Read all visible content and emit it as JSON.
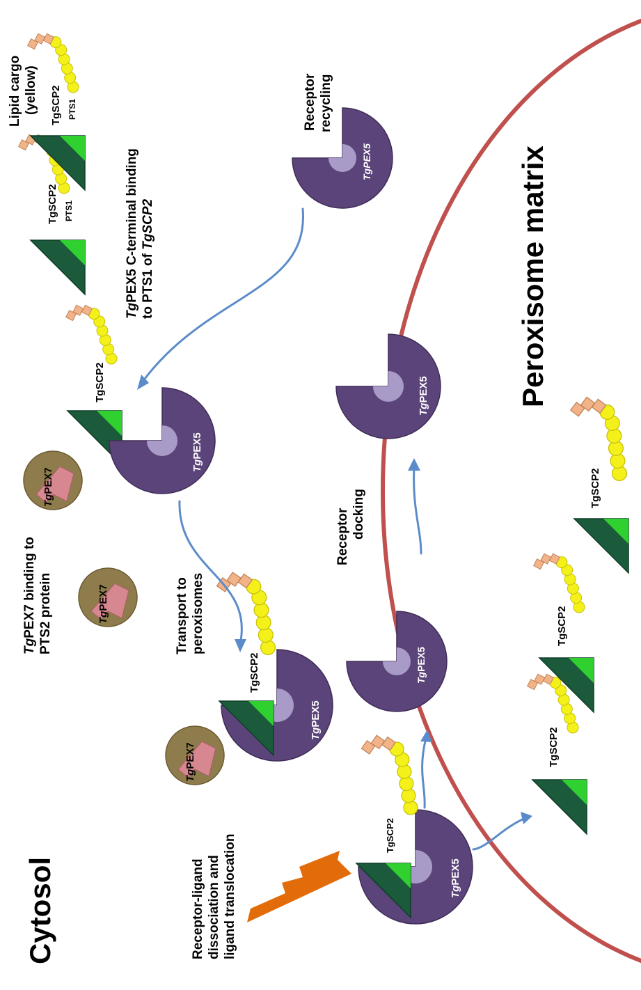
{
  "regions": {
    "cytosol": "Cytosol",
    "matrix": "Peroxisome matrix"
  },
  "steps": {
    "lipid_cargo_1": "Lipid cargo",
    "lipid_cargo_2": "(yellow)",
    "receptor_recycling_1": "Receptor",
    "receptor_recycling_2": "recycling",
    "pex5_binding_1_it": "Tg",
    "pex5_binding_1_rest": "PEX5 C-terminal binding",
    "pex5_binding_2": "to PTS1 of ",
    "pex5_binding_2_it": "TgSCP2",
    "pex7_binding_1_it": "Tg",
    "pex7_binding_1_rest": "PEX7 binding to",
    "pex7_binding_2": "PTS2 protein",
    "transport_1": "Transport  to",
    "transport_2": "peroxisomes",
    "docking_1": "Receptor",
    "docking_2": "docking",
    "dissociation_1": "Receptor-ligand",
    "dissociation_2": "dissociation and",
    "dissociation_3": "ligand translocation"
  },
  "proteins": {
    "scp2": "TgSCP2",
    "pts1": "PTS1",
    "pex5_it": "Tg",
    "pex5_rest": "PEX5",
    "pex7_it": "Tg",
    "pex7_rest": "PEX7"
  },
  "colors": {
    "pex5": "#5b4479",
    "pex5_pocket": "#a99bc7",
    "pex7": "#8f7c4c",
    "pts2_cargo": "#d6878f",
    "scp2": "#1c5a3c",
    "pts1": "#2fd02f",
    "lipid": "#f3f01a",
    "lipid_head": "#f2b389",
    "membrane": "#c0504d",
    "arrow": "#5b8cc9",
    "bolt": "#e36c0a"
  }
}
